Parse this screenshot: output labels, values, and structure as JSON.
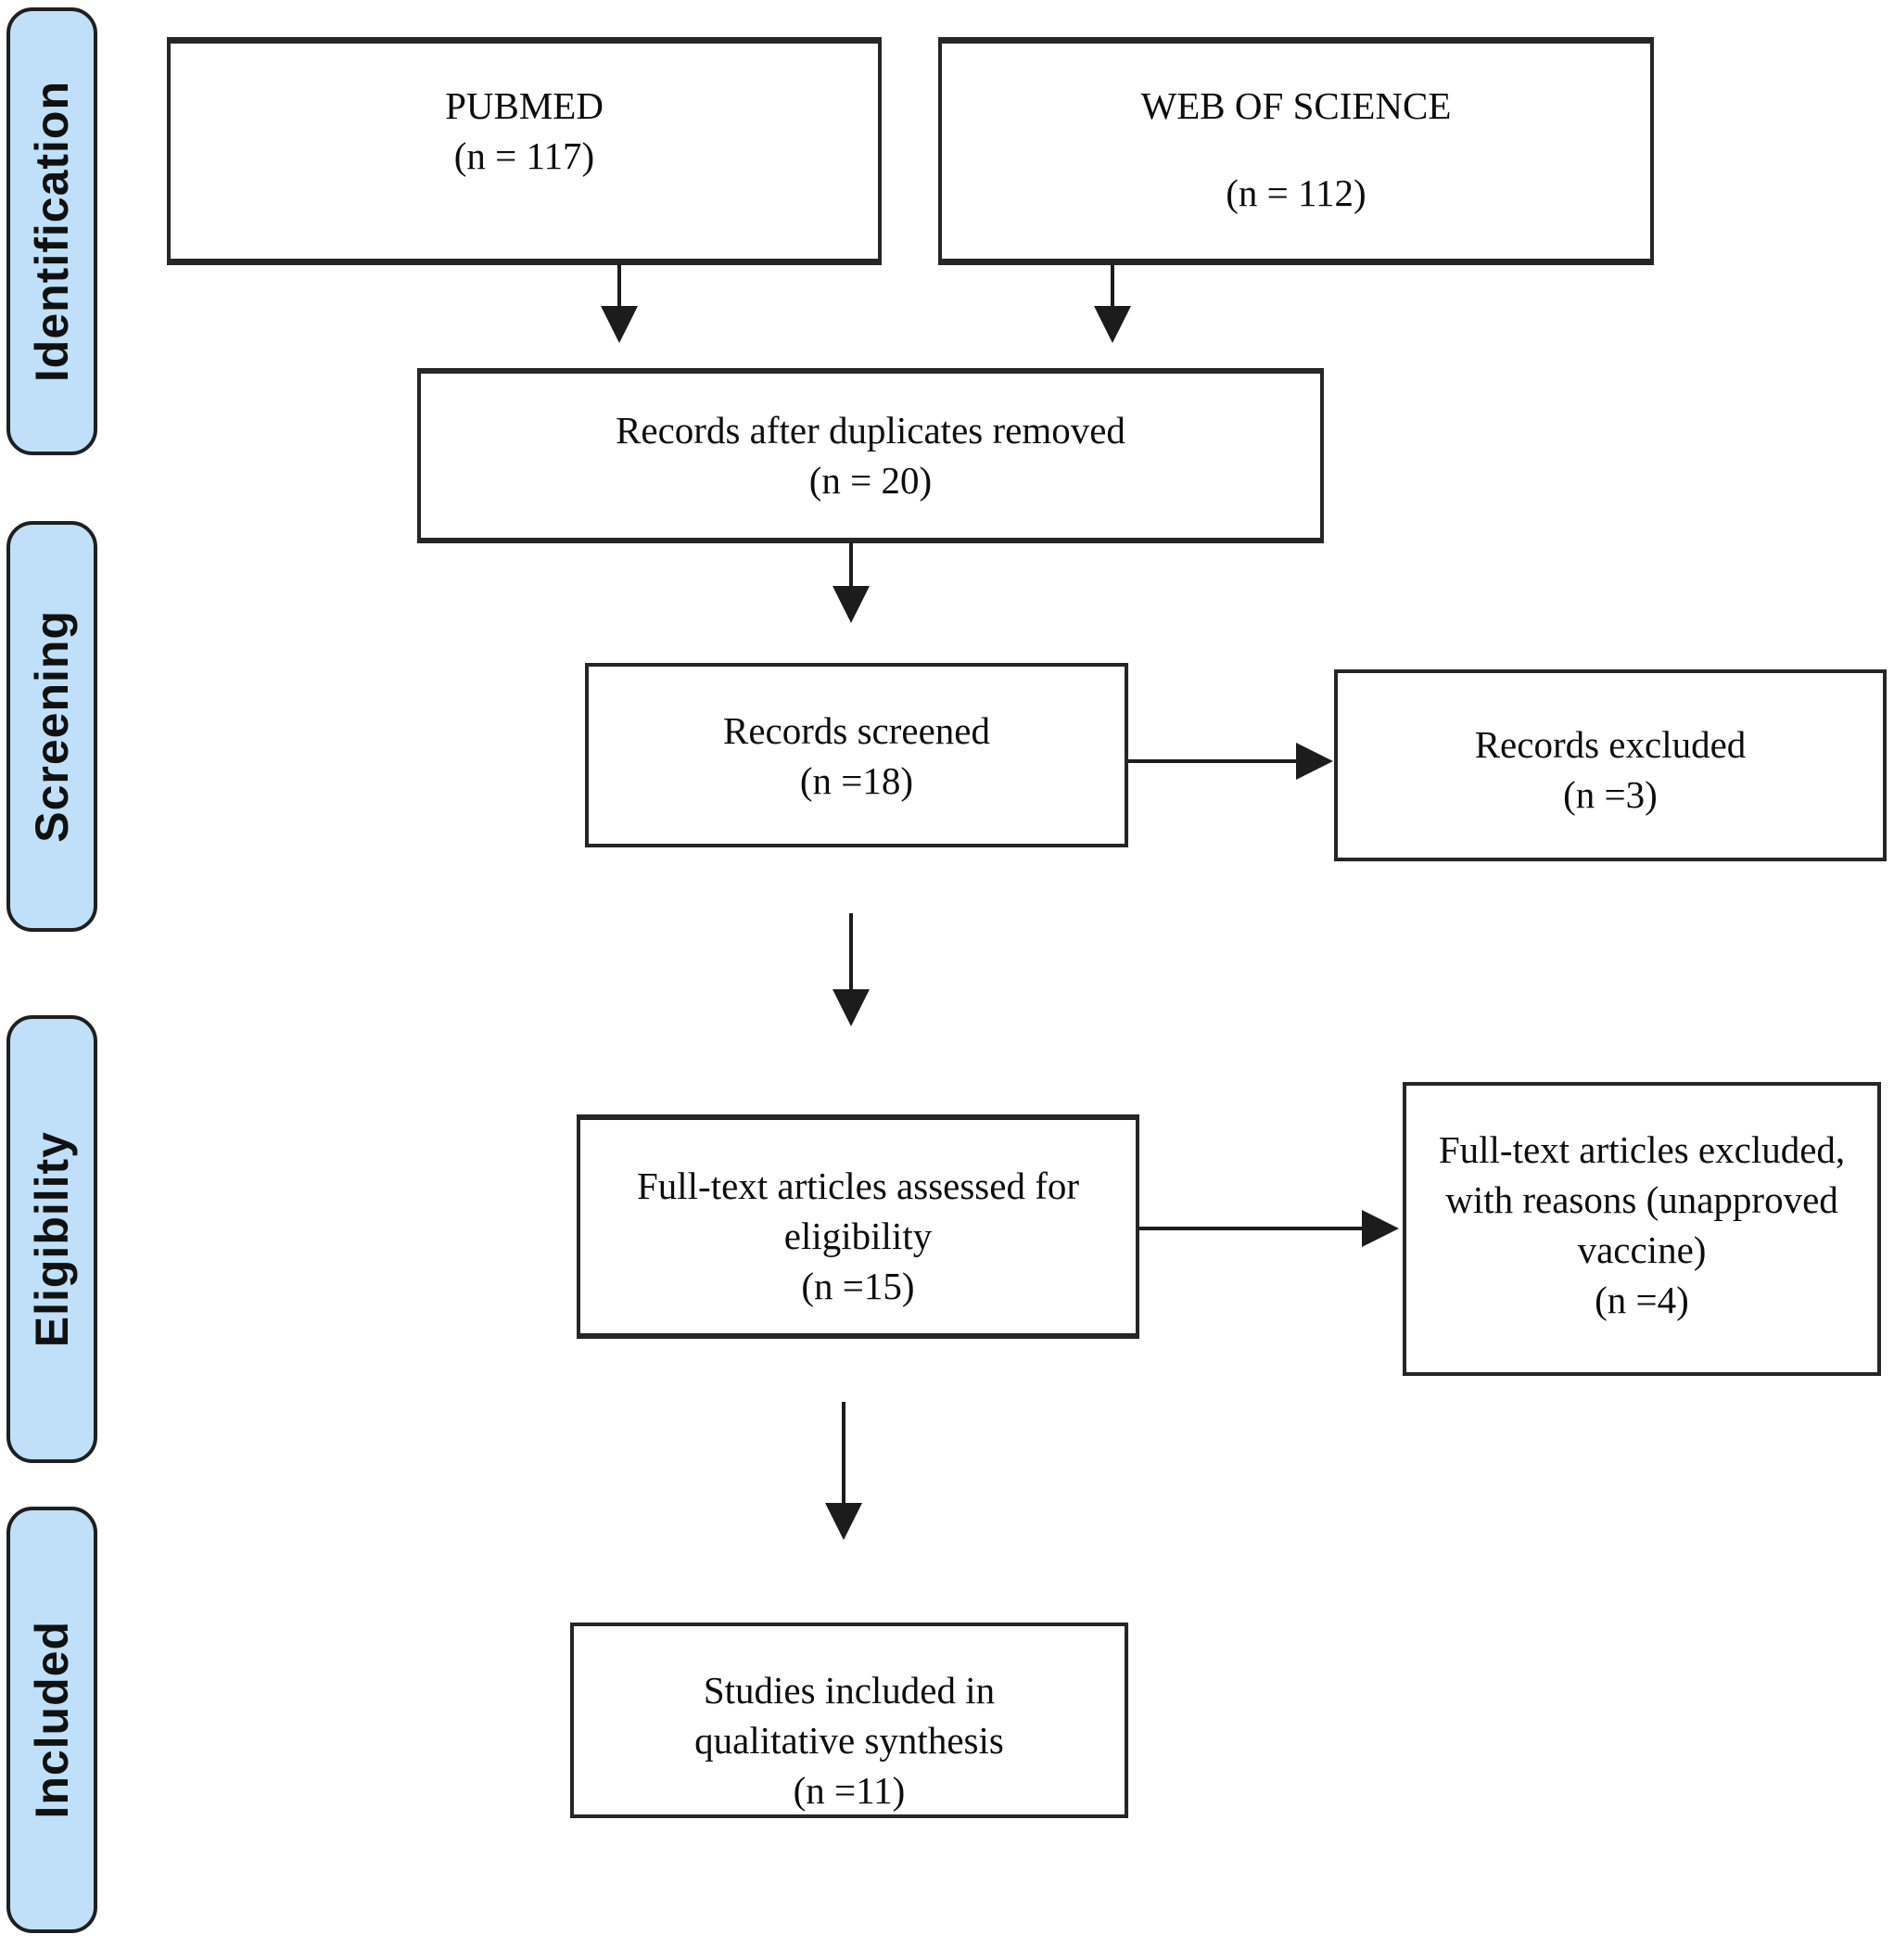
{
  "diagram": {
    "type": "prisma-flow",
    "stages": [
      {
        "label": "Identification"
      },
      {
        "label": "Screening"
      },
      {
        "label": "Eligibility"
      },
      {
        "label": "Included"
      }
    ],
    "boxes": {
      "pubmed": {
        "lines": [
          "PUBMED",
          "(n = 117)"
        ]
      },
      "web_of_science": {
        "lines": [
          "WEB OF SCIENCE",
          "(n = 112)"
        ]
      },
      "duplicates_removed": {
        "lines": [
          "Records after duplicates removed",
          "(n = 20)"
        ]
      },
      "records_screened": {
        "lines": [
          "Records screened",
          "(n =18)"
        ]
      },
      "records_excluded": {
        "lines": [
          "Records excluded",
          "(n =3)"
        ]
      },
      "fulltext_assessed": {
        "lines": [
          "Full-text articles assessed for",
          "eligibility",
          "(n =15)"
        ]
      },
      "fulltext_excluded": {
        "lines": [
          "Full-text articles excluded,",
          "with reasons (unapproved",
          "vaccine)",
          "(n =4)"
        ]
      },
      "studies_included": {
        "lines": [
          "Studies included in",
          "qualitative synthesis",
          "(n =11)"
        ]
      }
    },
    "colors": {
      "stage_fill": "#bfe0f8",
      "stage_border": "#1f1f1f",
      "box_border": "#262626",
      "arrow": "#1c1c1c",
      "text": "#0d0d0d",
      "background": "#ffffff"
    }
  }
}
